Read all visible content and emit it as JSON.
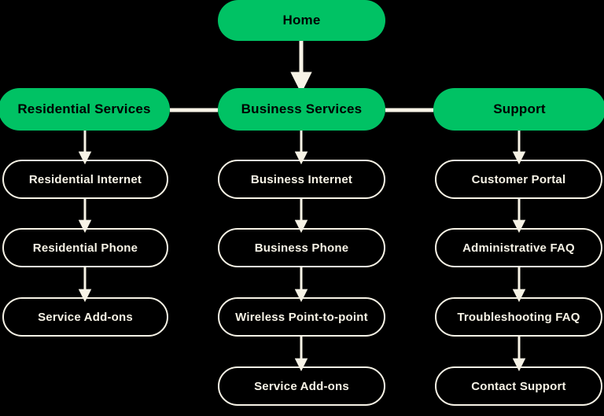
{
  "diagram": {
    "title": "Site map flowchart",
    "colors": {
      "background": "#000000",
      "accent_green": "#00C264",
      "line_cream": "#F7F3E6",
      "root_text": "#000000",
      "leaf_text": "#F7F3E6"
    },
    "nodes": {
      "home": "Home",
      "residential_services": "Residential Services",
      "business_services": "Business Services",
      "support": "Support",
      "residential_internet": "Residential Internet",
      "residential_phone": "Residential Phone",
      "residential_service_addons": "Service Add-ons",
      "business_internet": "Business Internet",
      "business_phone": "Business Phone",
      "wireless_point_to_point": "Wireless Point-to-point",
      "business_service_addons": "Service Add-ons",
      "customer_portal": "Customer Portal",
      "administrative_faq": "Administrative FAQ",
      "troubleshooting_faq": "Troubleshooting FAQ",
      "contact_support": "Contact Support"
    },
    "columns": [
      {
        "id": "residential",
        "header": "Residential Services",
        "items": [
          "Residential Internet",
          "Residential Phone",
          "Service Add-ons"
        ]
      },
      {
        "id": "business",
        "header": "Business Services",
        "items": [
          "Business Internet",
          "Business Phone",
          "Wireless Point-to-point",
          "Service Add-ons"
        ]
      },
      {
        "id": "support",
        "header": "Support",
        "items": [
          "Customer Portal",
          "Administrative FAQ",
          "Troubleshooting FAQ",
          "Contact Support"
        ]
      }
    ]
  }
}
